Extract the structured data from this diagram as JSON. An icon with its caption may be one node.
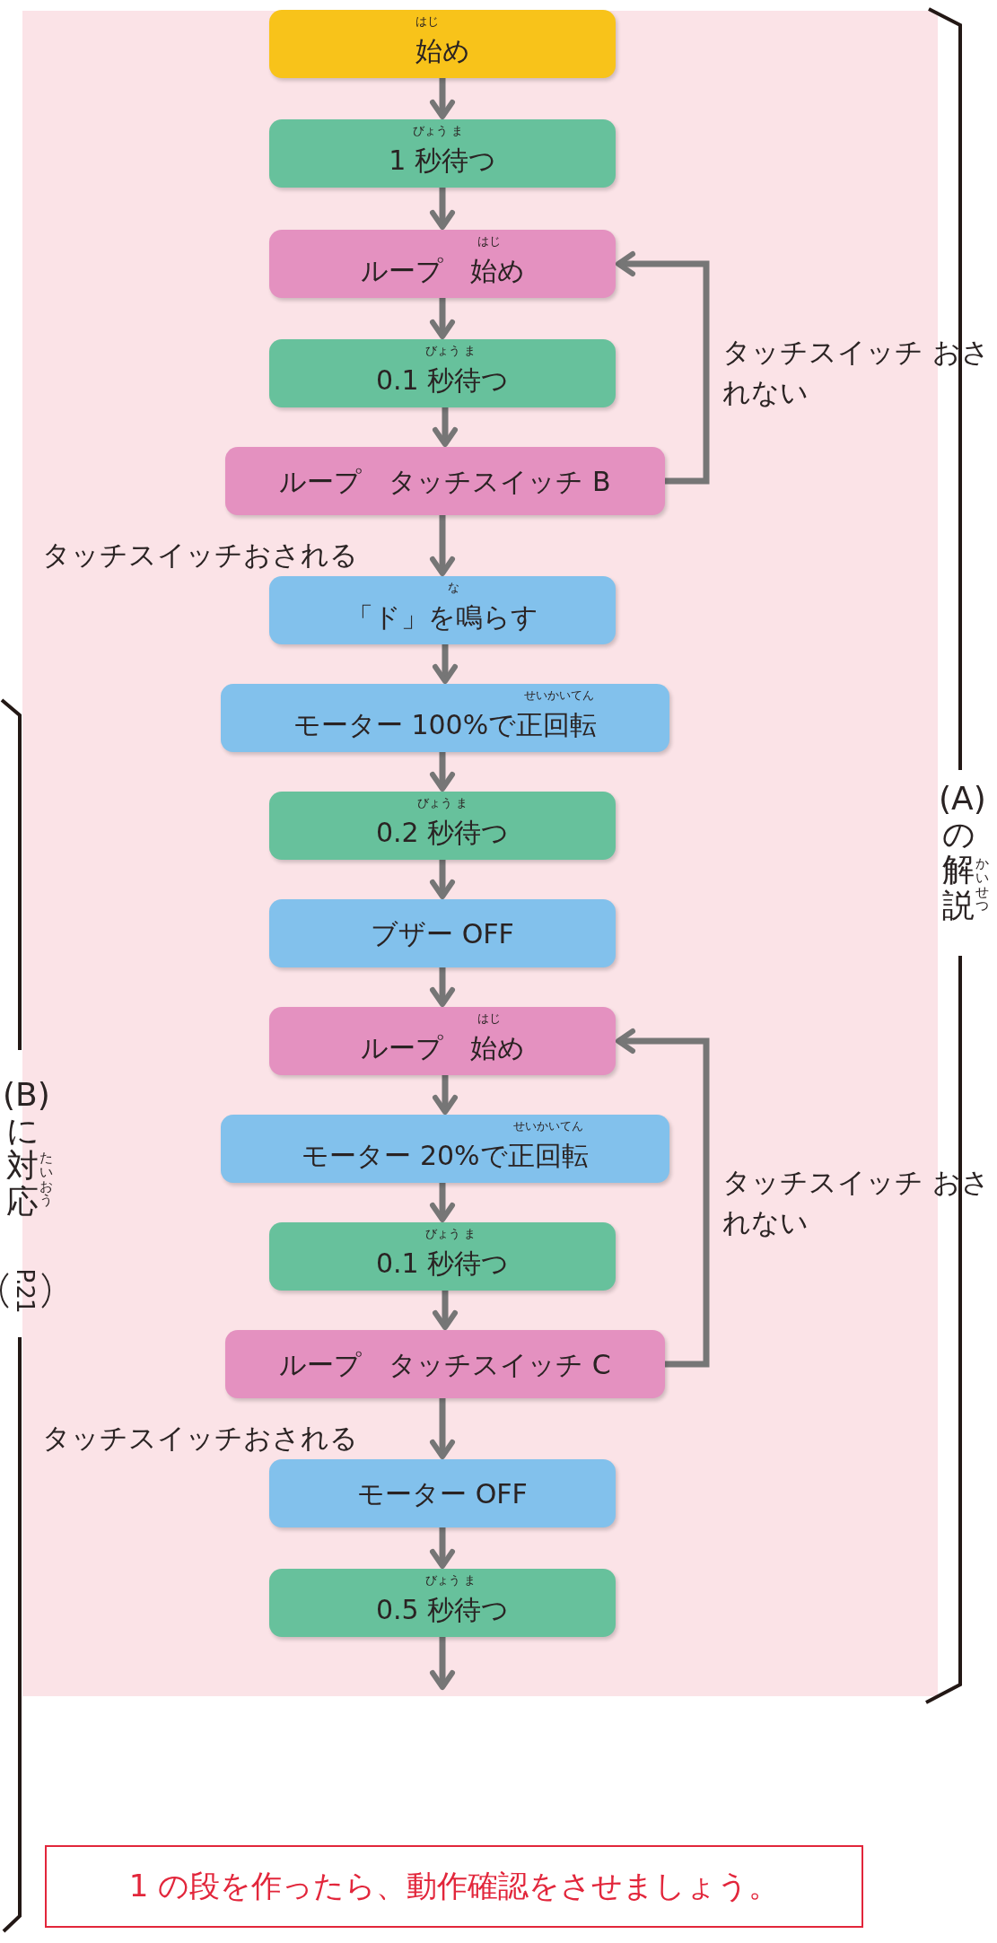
{
  "diagram": {
    "nodes": [
      {
        "text": [
          "はじ",
          "始め"
        ]
      },
      {
        "text": [
          "びょう ま",
          "1 秒待つ"
        ]
      },
      {
        "text": [
          "はじ",
          "ループ　始め"
        ]
      },
      {
        "text": [
          "びょう ま",
          "0.1 秒待つ"
        ]
      },
      {
        "text": [
          "ループ　タッチスイッチ B"
        ]
      },
      {
        "text": [
          "な",
          "「ド」を鳴らす"
        ]
      },
      {
        "text": [
          "せいかいてん",
          "モーター 100%で正回転"
        ]
      },
      {
        "text": [
          "びょう ま",
          "0.2 秒待つ"
        ]
      },
      {
        "text": [
          "ブザー OFF"
        ]
      },
      {
        "text": [
          "はじ",
          "ループ　始め"
        ]
      },
      {
        "text": [
          "せいかいてん",
          "モーター 20%で正回転"
        ]
      },
      {
        "text": [
          "びょう ま",
          "0.1 秒待つ"
        ]
      },
      {
        "text": [
          "ループ　タッチスイッチ C"
        ]
      },
      {
        "text": [
          "モーター OFF"
        ]
      },
      {
        "text": [
          "びょう ま",
          "0.5 秒待つ"
        ]
      },
      {
        "text": [
          "1 の段を作ったら、動作確認をさせましょう。"
        ]
      }
    ],
    "edges": [
      {
        "from": 0,
        "to": 1,
        "arrow": "to"
      },
      {
        "from": 1,
        "to": 2,
        "arrow": "to"
      },
      {
        "from": 2,
        "to": 3,
        "arrow": "to"
      },
      {
        "from": 3,
        "to": 4,
        "arrow": "to"
      },
      {
        "from": 4,
        "to": 2,
        "arrow": "to",
        "label": "タッチスイッチ おされない"
      },
      {
        "from": 4,
        "to": 5,
        "arrow": "to",
        "label": "タッチスイッチおされる"
      },
      {
        "from": 5,
        "to": 6,
        "arrow": "to"
      },
      {
        "from": 6,
        "to": 7,
        "arrow": "to"
      },
      {
        "from": 7,
        "to": 8,
        "arrow": "to"
      },
      {
        "from": 8,
        "to": 9,
        "arrow": "to"
      },
      {
        "from": 9,
        "to": 10,
        "arrow": "to"
      },
      {
        "from": 10,
        "to": 11,
        "arrow": "to"
      },
      {
        "from": 11,
        "to": 12,
        "arrow": "to"
      },
      {
        "from": 12,
        "to": 9,
        "arrow": "to",
        "label": "タッチスイッチ おされない"
      },
      {
        "from": 12,
        "to": 13,
        "arrow": "to",
        "label": "タッチスイッチおされる"
      },
      {
        "from": 13,
        "to": 14,
        "arrow": "to"
      },
      {
        "from": 14,
        "to": null,
        "arrow": "to"
      }
    ],
    "labels": [
      "(A)の解説",
      "かいせつ",
      "(B)に対応",
      "たいおう",
      "P.21"
    ]
  }
}
